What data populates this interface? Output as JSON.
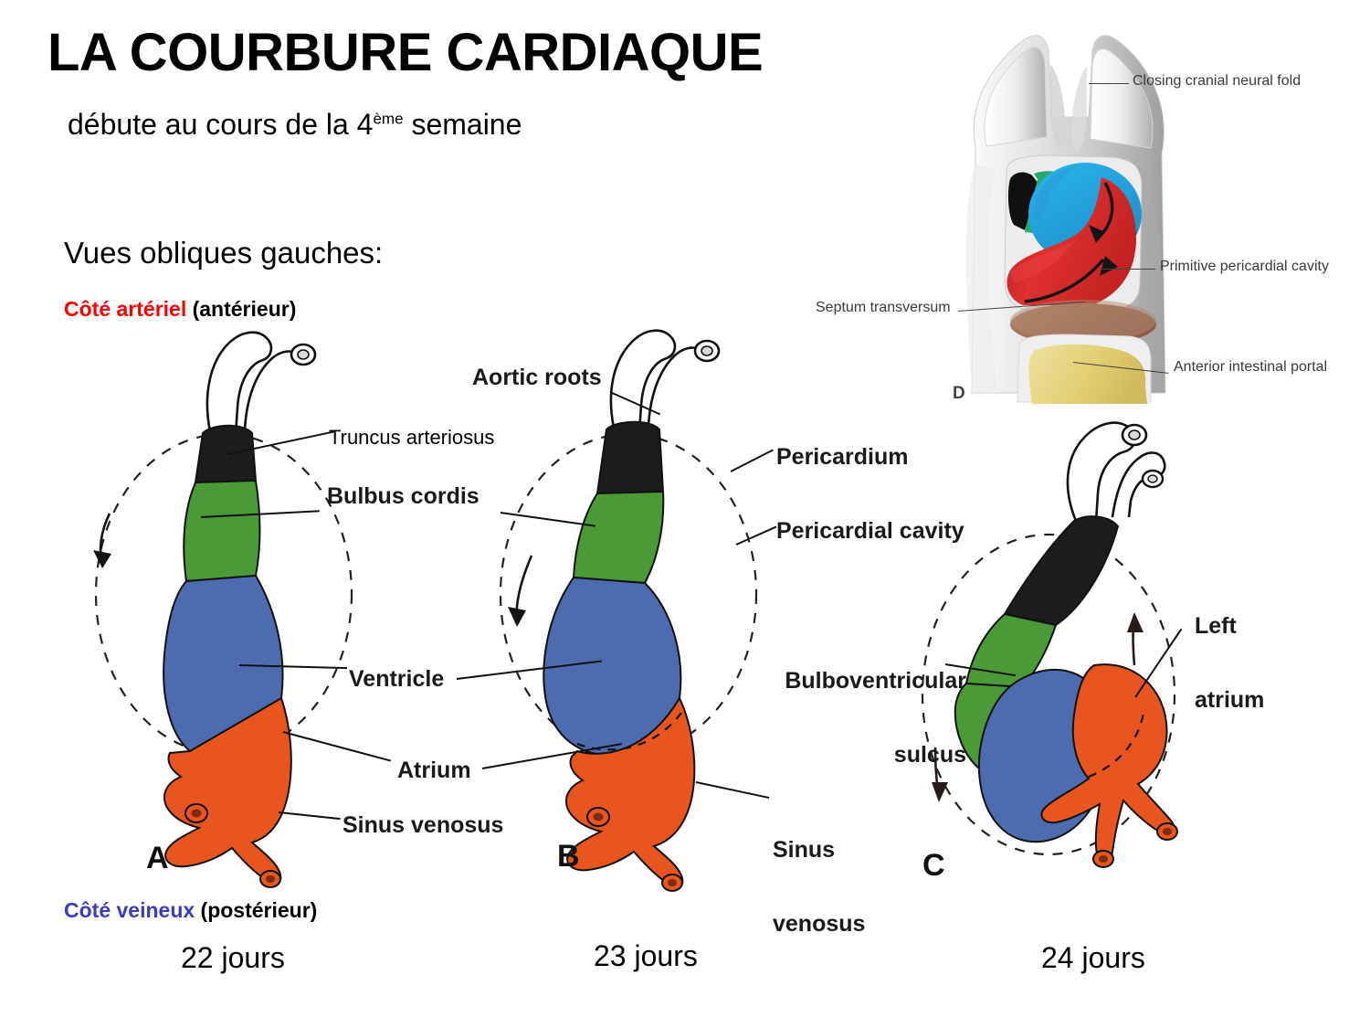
{
  "slide": {
    "title": "LA COURBURE CARDIAQUE",
    "subtitle_before": "débute au cours de la 4",
    "subtitle_sup": "ème",
    "subtitle_after": " semaine",
    "views_label": "Vues obliques gauches:",
    "arterial_colored": "Côté artériel",
    "arterial_plain": " (antérieur)",
    "venous_colored": "Côté veineux",
    "venous_plain": " (postérieur)"
  },
  "colors": {
    "arterial_text": "#ff0000",
    "venous_text": "#3b3bbf",
    "truncus_black": "#1c1c1c",
    "bulbus_green": "#4a9b38",
    "ventricle_blue": "#4d6cb0",
    "atrium_orange": "#e8551f",
    "inset_blue": "#22a5e0",
    "inset_green": "#2aa86a",
    "inset_red": "#d92b2b",
    "inset_brown": "#a8755c",
    "inset_yellow": "#e5d17a",
    "inset_grey": "#b9b9b9"
  },
  "panels": [
    {
      "letter": "A",
      "day": "22 jours"
    },
    {
      "letter": "B",
      "day": "23 jours"
    },
    {
      "letter": "C",
      "day": "24 jours"
    }
  ],
  "figure_labels": {
    "aortic_roots": "Aortic roots",
    "truncus_arteriosus": "Truncus arteriosus",
    "bulbus_cordis": "Bulbus cordis",
    "ventricle": "Ventricle",
    "atrium": "Atrium",
    "sinus_venosus": "Sinus venosus",
    "pericardium": "Pericardium",
    "pericardial_cavity": "Pericardial cavity",
    "bulboventricular_line1": "Bulboventricular",
    "bulboventricular_line2": "sulcus",
    "sinus_venosus_b_line1": "Sinus",
    "sinus_venosus_b_line2": "venosus",
    "left_atrium_line1": "Left",
    "left_atrium_line2": "atrium"
  },
  "inset": {
    "panel_letter": "D",
    "labels": {
      "closing_cranial_neural_fold": "Closing cranial neural fold",
      "primitive_pericardial_cavity": "Primitive pericardial cavity",
      "septum_transversum": "Septum transversum",
      "anterior_intestinal_portal": "Anterior intestinal portal"
    }
  }
}
